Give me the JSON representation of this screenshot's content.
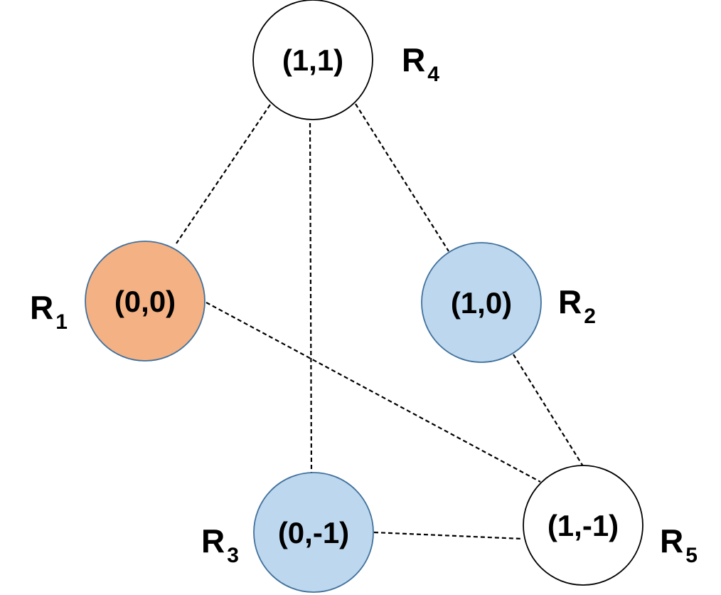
{
  "diagram": {
    "nodes": [
      {
        "id": "n11",
        "label": "(1,1)",
        "name": "R",
        "subscript": "4",
        "fill": "#ffffff",
        "stroke": "#000000"
      },
      {
        "id": "n00",
        "label": "(0,0)",
        "name": "R",
        "subscript": "1",
        "fill": "#f4b183",
        "stroke": "#41719c"
      },
      {
        "id": "n10",
        "label": "(1,0)",
        "name": "R",
        "subscript": "2",
        "fill": "#bdd7ee",
        "stroke": "#41719c"
      },
      {
        "id": "n0m1",
        "label": "(0,-1)",
        "name": "R",
        "subscript": "3",
        "fill": "#bdd7ee",
        "stroke": "#41719c"
      },
      {
        "id": "n1m1",
        "label": "(1,-1)",
        "name": "R",
        "subscript": "5",
        "fill": "#ffffff",
        "stroke": "#000000"
      }
    ],
    "edges": [
      {
        "from": "n11",
        "to": "n00",
        "style": "dashed"
      },
      {
        "from": "n11",
        "to": "n0m1",
        "style": "dashed"
      },
      {
        "from": "n11",
        "to": "n10",
        "style": "dashed"
      },
      {
        "from": "n00",
        "to": "n1m1",
        "style": "dashed"
      },
      {
        "from": "n10",
        "to": "n1m1",
        "style": "dashed"
      },
      {
        "from": "n0m1",
        "to": "n1m1",
        "style": "dashed"
      }
    ]
  }
}
